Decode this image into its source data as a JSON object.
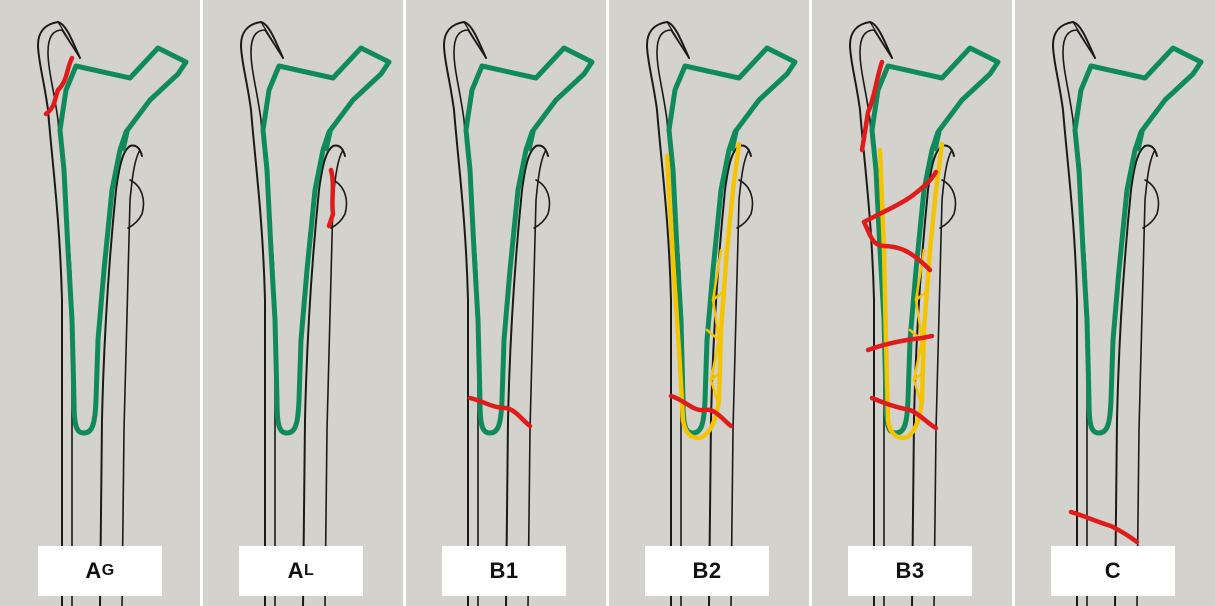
{
  "panels": [
    {
      "id": "AG",
      "main": "A",
      "sub": "G"
    },
    {
      "id": "AL",
      "main": "A",
      "sub": "L"
    },
    {
      "id": "B1",
      "main": "B1",
      "sub": ""
    },
    {
      "id": "B2",
      "main": "B2",
      "sub": ""
    },
    {
      "id": "B3",
      "main": "B3",
      "sub": ""
    },
    {
      "id": "C",
      "main": "C",
      "sub": ""
    }
  ],
  "colors": {
    "background": "#d4d2cc",
    "bone_outline": "#1a1a1a",
    "implant_outline": "#0f8a5a",
    "fracture_line": "#e01b1b",
    "loosening_outline": "#f5c400",
    "label_bg": "#ffffff"
  }
}
